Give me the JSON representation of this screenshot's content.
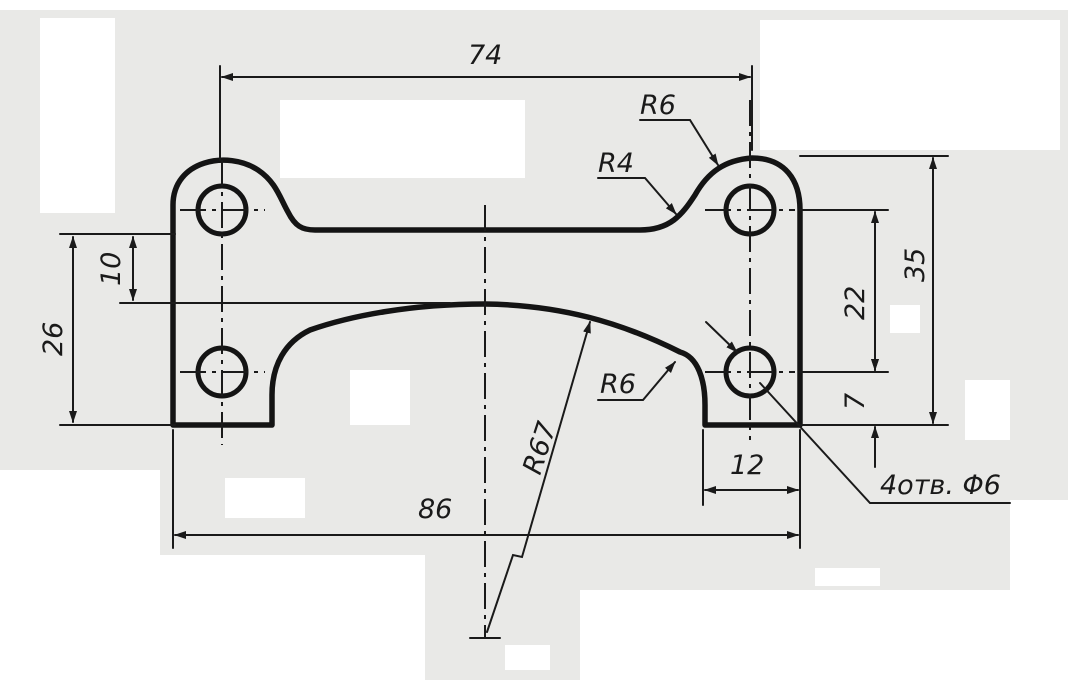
{
  "drawing": {
    "dims": {
      "overall_length": "86",
      "hole_spacing_x": "74",
      "height_left": "26",
      "arch_offset": "10",
      "height_right": "35",
      "hole_spacing_y": "22",
      "hole_offset_bottom": "7",
      "foot_width": "12"
    },
    "radii": {
      "r_top_right": "R6",
      "r_neck": "R4",
      "r_arch_fillet": "R6",
      "r_arch": "R67"
    },
    "holes_note": "4отв. Φ6"
  },
  "colors": {
    "ink": "#141414",
    "paper": "#e9e9e7"
  }
}
